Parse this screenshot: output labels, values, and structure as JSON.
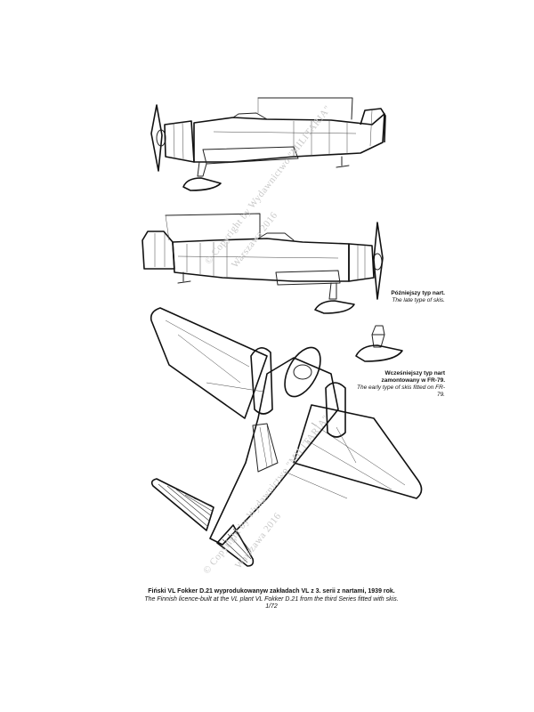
{
  "watermarks": [
    "© Copyright by Wydawnictwo \"MILITARIA\"",
    "Warszawa 2016"
  ],
  "notes": {
    "late_skis": {
      "pl": "Późniejszy typ nart.",
      "en": "The late type of skis."
    },
    "early_skis": {
      "pl1": "Wcześniejszy typ nart",
      "pl2": "zamontowany w FR-79.",
      "en": "The early type of skis fitted on FR-79."
    }
  },
  "caption": {
    "pl": "Fiński VL Fokker D.21 wyprodukowanyw zakładach VL z 3. serii z nartami, 1939 rok.",
    "en": "The Finnish licence-built at the VL plant VL Fokker D.21 from the third Series fitted with skis.",
    "scale": "1/72"
  },
  "colors": {
    "ink": "#222222",
    "watermark": "#c9c9c9"
  }
}
